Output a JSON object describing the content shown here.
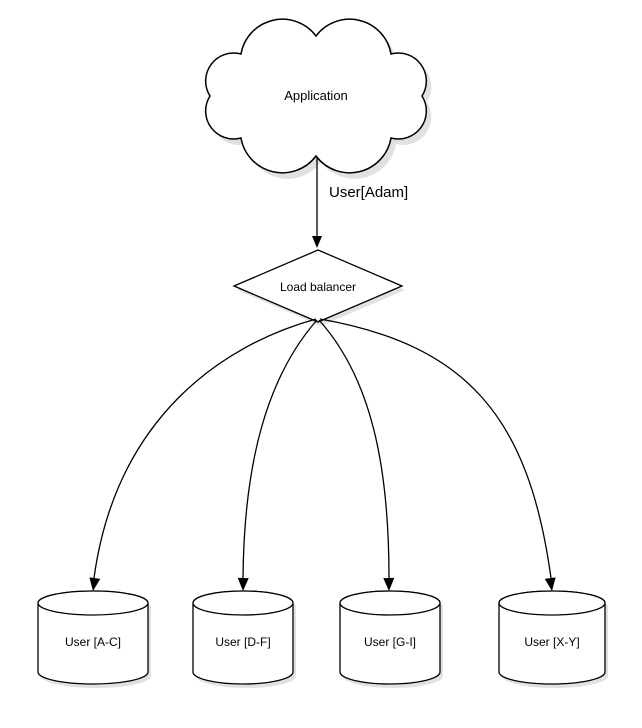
{
  "diagram": {
    "application": {
      "label": "Application",
      "shape": "cloud"
    },
    "flow": {
      "label": "User[Adam]"
    },
    "load_balancer": {
      "label": "Load balancer",
      "shape": "diamond"
    },
    "shards": [
      {
        "label": "User [A-C]",
        "shape": "cylinder"
      },
      {
        "label": "User [D-F]",
        "shape": "cylinder"
      },
      {
        "label": "User [G-I]",
        "shape": "cylinder"
      },
      {
        "label": "User [X-Y]",
        "shape": "cylinder"
      }
    ],
    "colors": {
      "stroke": "#000000",
      "fill": "#ffffff",
      "shadow": "#c9c9c9",
      "background": "#ffffff"
    }
  }
}
